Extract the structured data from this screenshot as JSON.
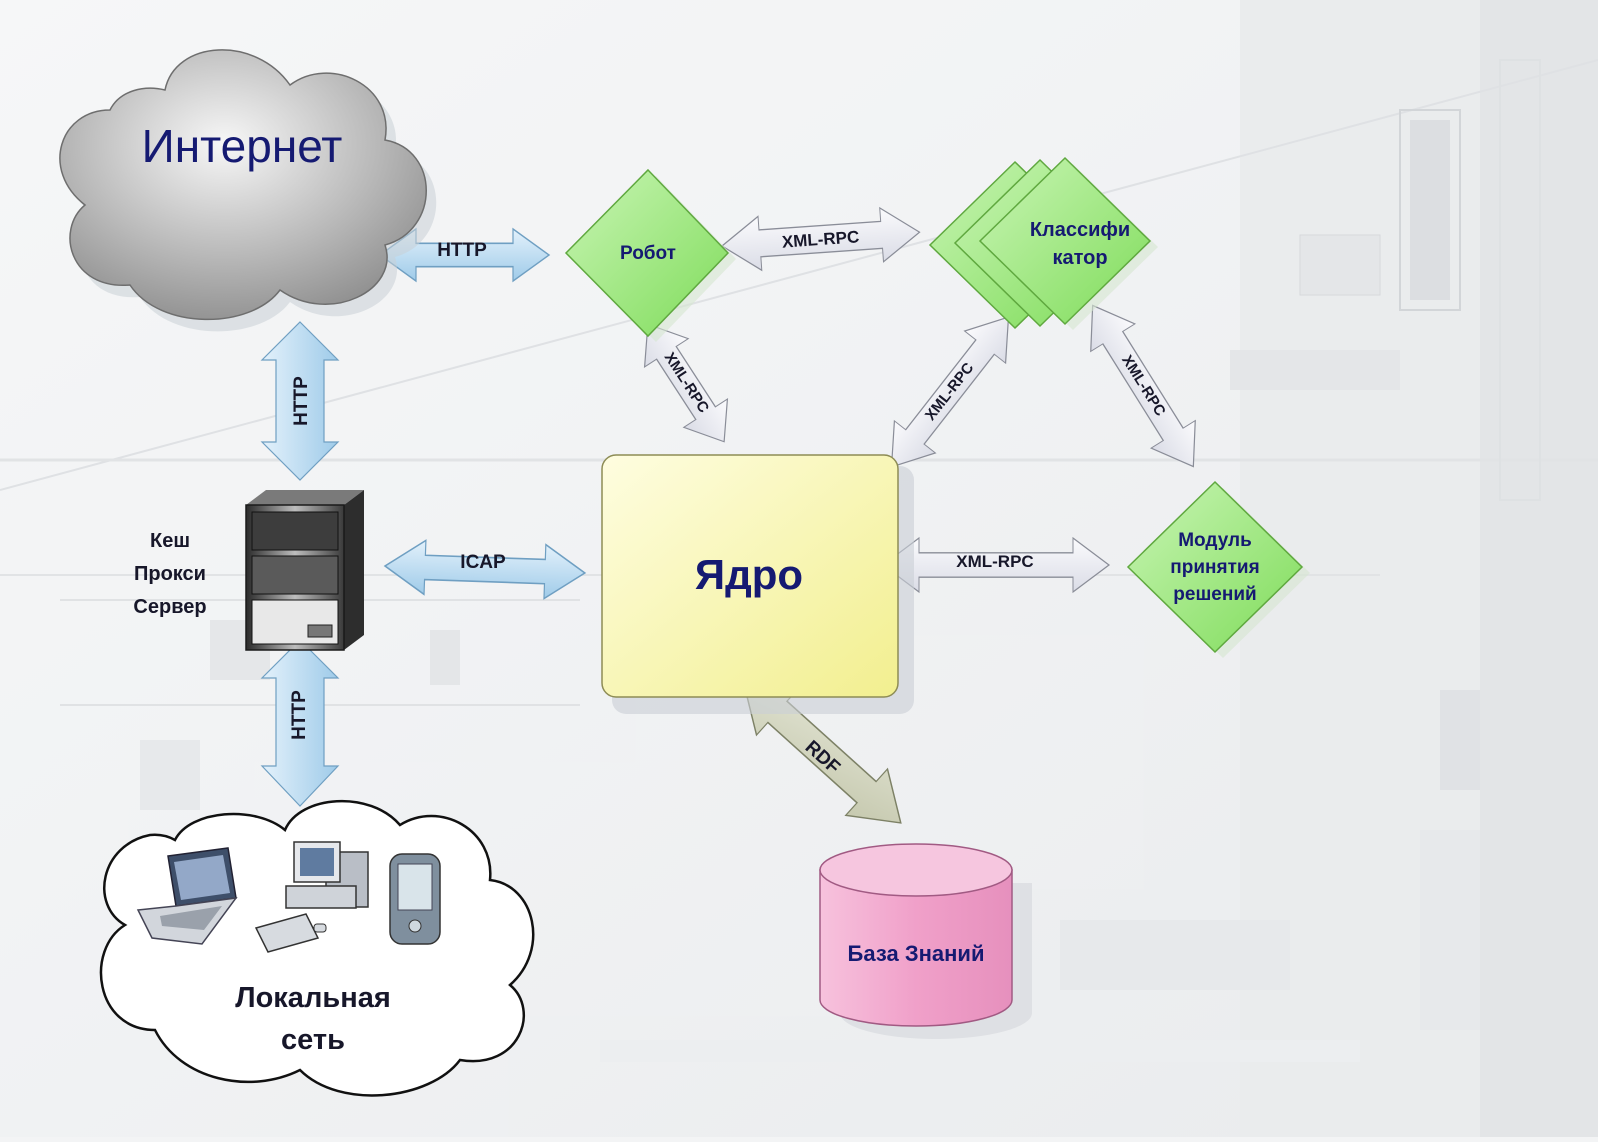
{
  "nodes": {
    "internet": "Интернет",
    "robot": "Робот",
    "classifier_line1": "Классифи",
    "classifier_line2": "катор",
    "proxy_line1": "Кеш",
    "proxy_line2": "Прокси",
    "proxy_line3": "Сервер",
    "core": "Ядро",
    "decision_line1": "Модуль",
    "decision_line2": "принятия",
    "decision_line3": "решений",
    "kb": "База Знаний",
    "lan_line1": "Локальная",
    "lan_line2": "сеть"
  },
  "links": {
    "internet_robot": "HTTP",
    "robot_classifier": "XML-RPC",
    "internet_proxy": "HTTP",
    "robot_core": "XML-RPC",
    "classifier_core": "XML-RPC",
    "classifier_decision": "XML-RPC",
    "proxy_core": "ICAP",
    "core_decision": "XML-RPC",
    "proxy_lan": "HTTP",
    "core_kb": "RDF"
  },
  "colors": {
    "http_arrow": "#bcdcf2",
    "rpc_arrow": "#eeeff3",
    "rdf_arrow": "#d6d8c4",
    "diamond": "#9be77e",
    "core_fill": "#faf8b0",
    "kb_fill": "#f1a6cd",
    "title_text": "#121a6e"
  },
  "icons": [
    "cloud-icon",
    "server-icon",
    "laptop-icon",
    "desktop-computer-icon",
    "pda-icon",
    "database-cylinder-icon"
  ]
}
